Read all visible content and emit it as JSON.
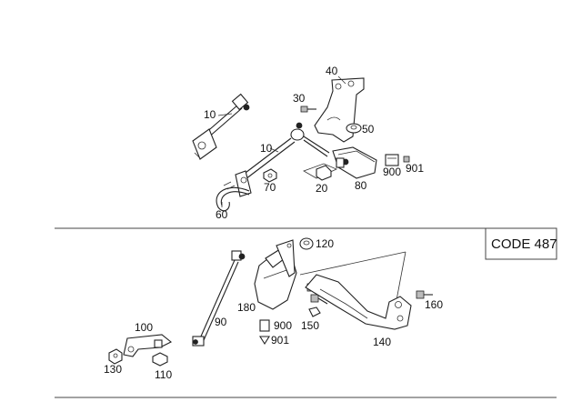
{
  "code_box": {
    "text": "CODE 487"
  },
  "callouts": {
    "top": [
      "40",
      "30",
      "10",
      "50",
      "10",
      "900",
      "901",
      "70",
      "20",
      "80",
      "60"
    ],
    "bottom": [
      "120",
      "180",
      "900",
      "901",
      "90",
      "150",
      "160",
      "140",
      "100",
      "130",
      "110"
    ]
  }
}
